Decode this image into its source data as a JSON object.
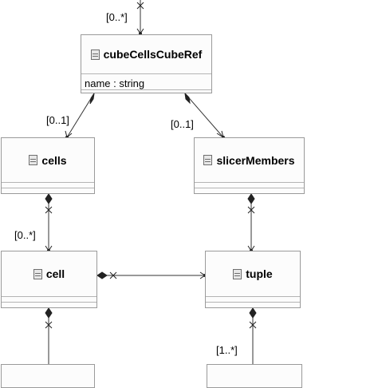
{
  "classes": {
    "cubeCellsCubeRef": {
      "name": "cubeCellsCubeRef",
      "attribute": "name : string"
    },
    "cells": {
      "name": "cells"
    },
    "slicerMembers": {
      "name": "slicerMembers"
    },
    "cell": {
      "name": "cell"
    },
    "tuple": {
      "name": "tuple"
    }
  },
  "multiplicities": {
    "top_incoming": "[0..*]",
    "to_cells": "[0..1]",
    "to_slicer_members": "[0..1]",
    "to_cell": "[0..*]",
    "to_tuple_bottom": "[1..*]"
  }
}
